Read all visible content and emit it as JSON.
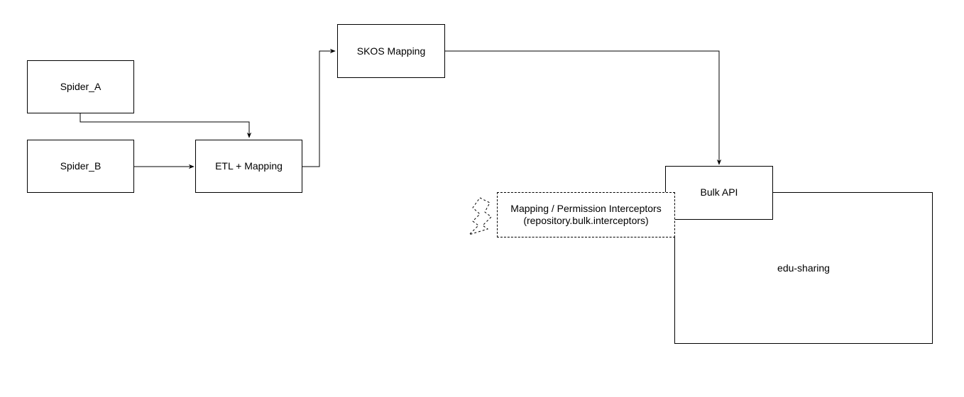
{
  "nodes": {
    "spider_a": {
      "label": "Spider_A"
    },
    "spider_b": {
      "label": "Spider_B"
    },
    "etl_mapping": {
      "label": "ETL + Mapping"
    },
    "skos_mapping": {
      "label": "SKOS Mapping"
    },
    "bulk_api": {
      "label": "Bulk API"
    },
    "edu_sharing": {
      "label": "edu-sharing"
    },
    "interceptors": {
      "line1": "Mapping / Permission Interceptors",
      "line2": "(repository.bulk.interceptors)"
    }
  },
  "icons": {
    "interceptor_icon": "lightning-bolt-icon"
  },
  "edges": [
    {
      "from": "Spider_A",
      "to": "ETL + Mapping"
    },
    {
      "from": "Spider_B",
      "to": "ETL + Mapping"
    },
    {
      "from": "ETL + Mapping",
      "to": "SKOS Mapping"
    },
    {
      "from": "SKOS Mapping",
      "to": "Bulk API"
    }
  ],
  "colors": {
    "stroke": "#000000",
    "background": "#ffffff"
  }
}
